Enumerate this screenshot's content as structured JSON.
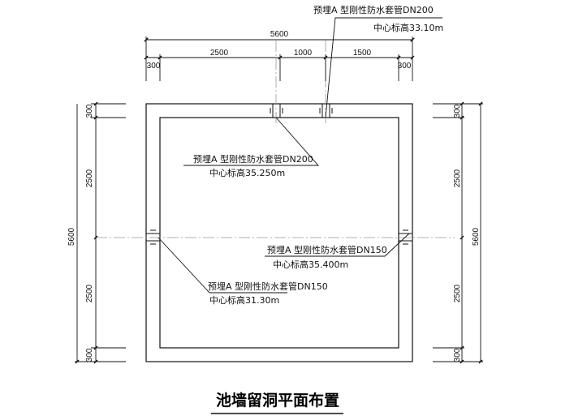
{
  "title": "池墙留洞平面布置",
  "top_dimensions": {
    "overall": "5600",
    "segments": [
      "300",
      "2500",
      "1000",
      "1500",
      "300"
    ]
  },
  "left_dimensions": {
    "overall": "5600",
    "segments": [
      "300",
      "2500",
      "2500",
      "300"
    ]
  },
  "right_dimensions": {
    "overall": "5600",
    "segments": [
      "300",
      "2500",
      "2500",
      "300"
    ]
  },
  "annotations": [
    {
      "name": "pipe-top-right",
      "line1": "预埋A 型刚性防水套管DN200",
      "line2": "中心标高33.10m"
    },
    {
      "name": "pipe-top-left",
      "line1": "预埋A 型刚性防水套管DN200",
      "line2": "中心标高35.250m"
    },
    {
      "name": "pipe-right",
      "line1": "预埋A 型刚性防水套管DN150",
      "line2": "中心标高35.400m"
    },
    {
      "name": "pipe-left",
      "line1": "预埋A 型刚性防水套管DN150",
      "line2": "中心标高31.30m"
    }
  ],
  "colors": {
    "line": "#111111",
    "axis": "#999999",
    "background": "#ffffff"
  }
}
